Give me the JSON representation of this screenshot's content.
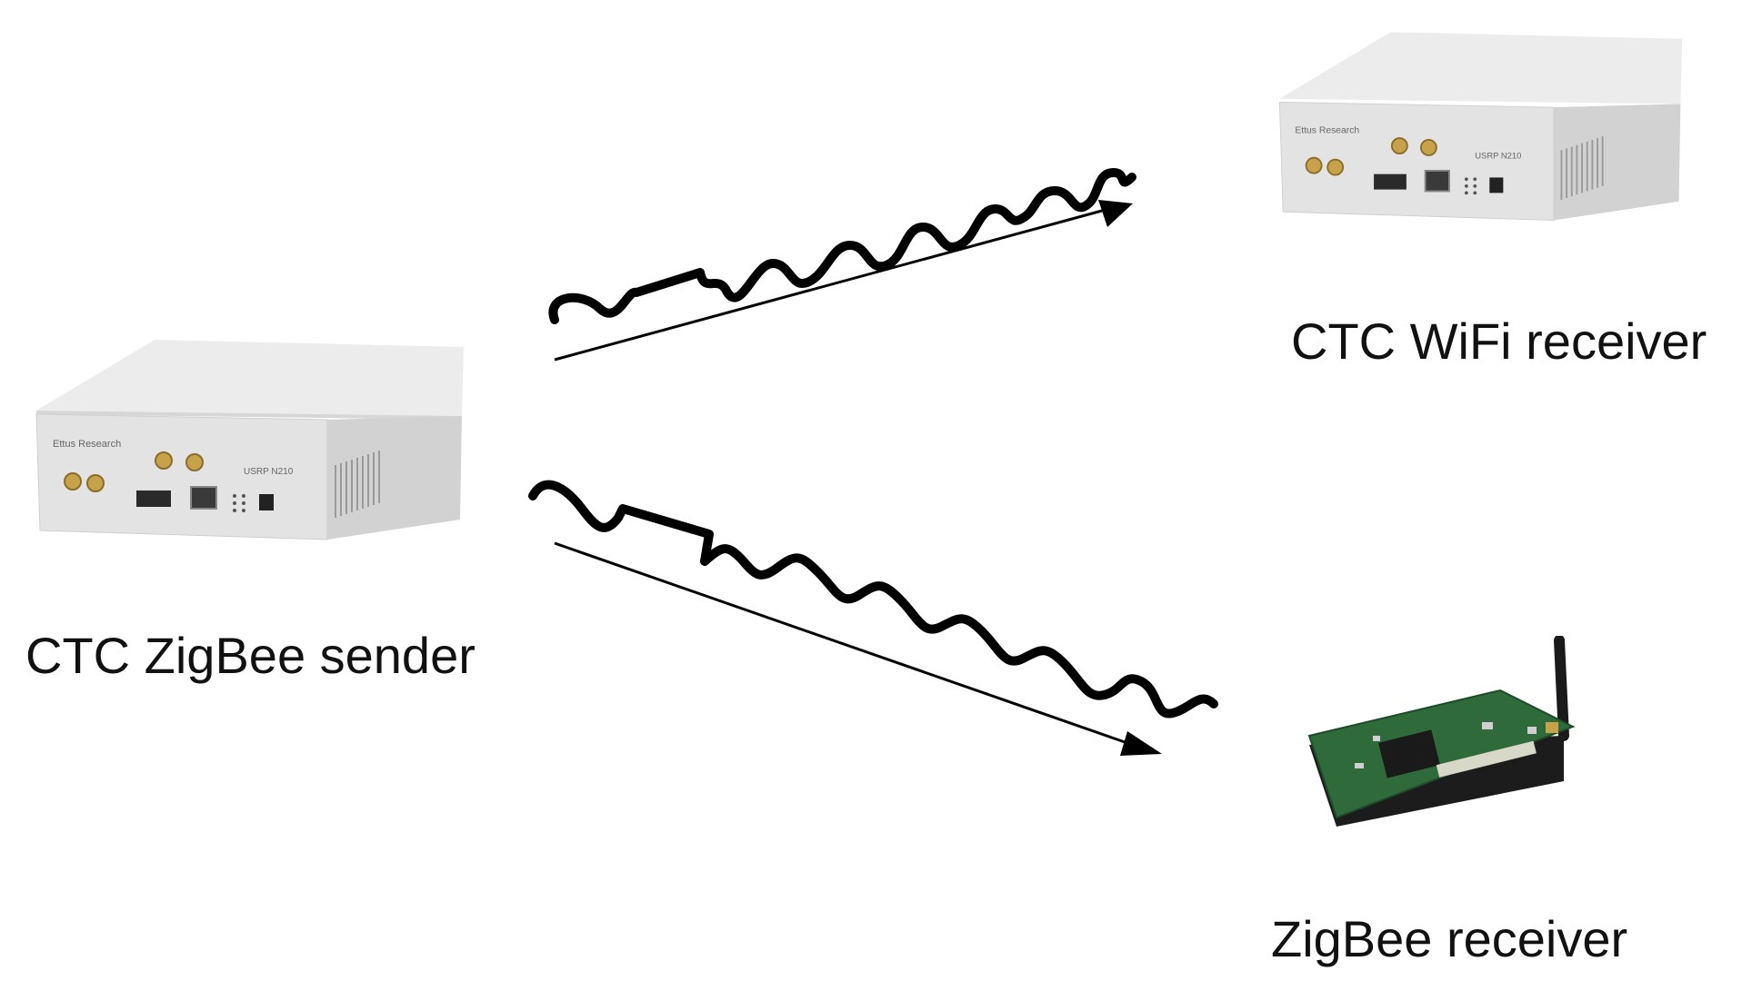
{
  "nodes": {
    "sender": {
      "label": "CTC ZigBee sender",
      "device": "usrp-n210",
      "brand_text": "Ettus Research",
      "model_text": "USRP N210"
    },
    "wifi_receiver": {
      "label": "CTC WiFi receiver",
      "device": "usrp-n210",
      "brand_text": "Ettus Research",
      "model_text": "USRP N210"
    },
    "zigbee_receiver": {
      "label": "ZigBee receiver",
      "device": "zigbee-node-board"
    }
  },
  "edges": [
    {
      "from": "sender",
      "to": "wifi_receiver",
      "style": "wave-with-arrow"
    },
    {
      "from": "sender",
      "to": "zigbee_receiver",
      "style": "wave-with-arrow"
    }
  ],
  "colors": {
    "line": "#000000",
    "text": "#111111",
    "device_body": "#e2e2e2",
    "pcb": "#2f6b3a"
  }
}
